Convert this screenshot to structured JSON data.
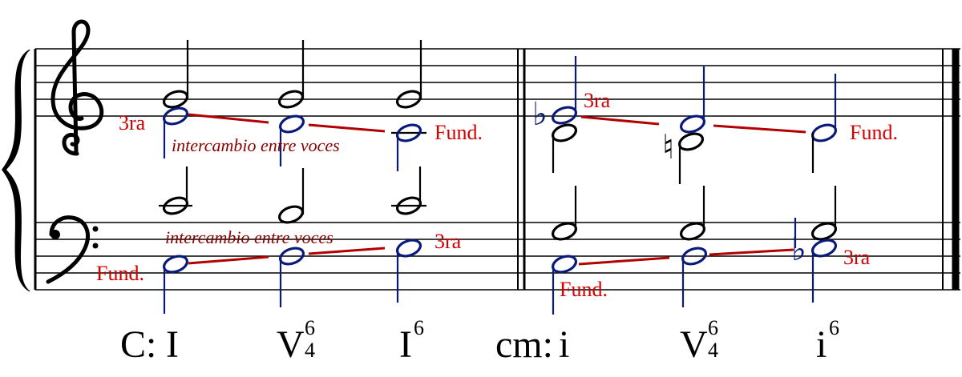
{
  "colors": {
    "staff": "#000000",
    "voice_highlight": "#0a1a7a",
    "label": "#d40000",
    "connector": "#b30000",
    "annotation": "#8b0000"
  },
  "keys": [
    "C:",
    "cm:"
  ],
  "roman_numerals": [
    {
      "numeral": "I",
      "top": "",
      "bottom": ""
    },
    {
      "numeral": "V",
      "top": "6",
      "bottom": "4"
    },
    {
      "numeral": "I",
      "top": "6",
      "bottom": ""
    },
    {
      "numeral": "i",
      "top": "",
      "bottom": ""
    },
    {
      "numeral": "V",
      "top": "6",
      "bottom": "4"
    },
    {
      "numeral": "i",
      "top": "6",
      "bottom": ""
    }
  ],
  "labels": {
    "third": "3ra",
    "root": "Fund.",
    "voice_exchange": "intercambio entre voces"
  },
  "icons": {
    "treble_clef": "treble-clef-icon",
    "bass_clef": "bass-clef-icon",
    "flat": "flat-icon",
    "natural": "natural-icon",
    "brace": "brace-icon"
  }
}
